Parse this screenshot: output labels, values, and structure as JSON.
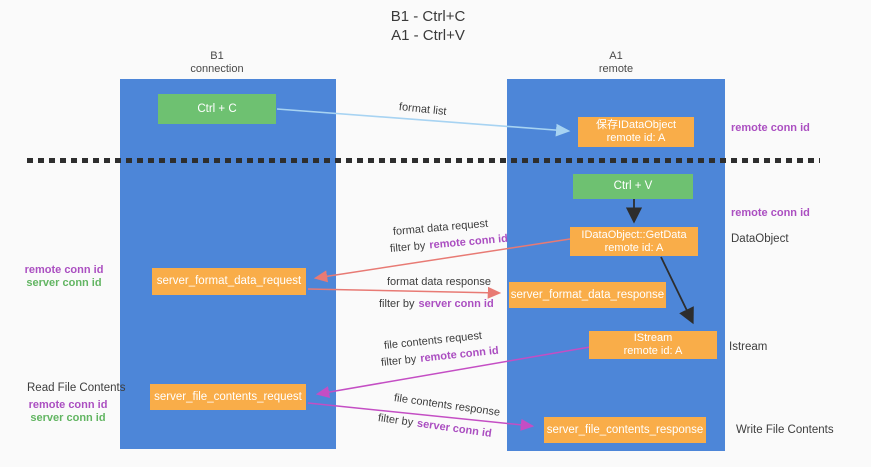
{
  "title": {
    "line1": "B1 - Ctrl+C",
    "line2": "A1 - Ctrl+V"
  },
  "lanes": {
    "left": {
      "title": "B1",
      "subtitle": "connection"
    },
    "right": {
      "title": "A1",
      "subtitle": "remote"
    }
  },
  "nodes": {
    "ctrl_c": {
      "label": "Ctrl + C"
    },
    "save_dataobject": {
      "line1": "保存IDataObject",
      "line2": "remote id: A"
    },
    "ctrl_v": {
      "label": "Ctrl + V"
    },
    "getdata": {
      "line1": "IDataObject::GetData",
      "line2": "remote id: A"
    },
    "format_request": {
      "label": "server_format_data_request"
    },
    "format_response": {
      "label": "server_format_data_response"
    },
    "istream": {
      "line1": "IStream",
      "line2": "remote id: A"
    },
    "file_request": {
      "label": "server_file_contents_request"
    },
    "file_response": {
      "label": "server_file_contents_response"
    }
  },
  "side_labels": {
    "right_top_conn": "remote conn id",
    "right_mid_conn": "remote conn id",
    "dataobject": "DataObject",
    "istream": "Istream",
    "write_file": "Write File Contents",
    "read_file": "Read File Contents",
    "left_mid": {
      "remote": "remote conn id",
      "server": "server conn id"
    },
    "left_bottom": {
      "remote": "remote conn id",
      "server": "server conn id"
    }
  },
  "arrow_labels": {
    "format_list": "format list",
    "format_request": {
      "line1": "format data request",
      "filter_prefix": "filter by",
      "filter_key": "remote conn id"
    },
    "format_response": {
      "line1": "format data response",
      "filter_prefix": "filter by",
      "filter_key": "server conn id"
    },
    "file_request": {
      "line1": "file contents request",
      "filter_prefix": "filter by",
      "filter_key": "remote conn id"
    },
    "file_response": {
      "line1": "file contents response",
      "filter_prefix": "filter by",
      "filter_key": "server conn id"
    }
  },
  "colors": {
    "lane_blue": "#4d86d8",
    "box_green": "#6ec171",
    "box_orange": "#f9ad49",
    "conn_purple": "#ab4fc1",
    "conn_green": "#62b562",
    "arrow_salmon": "#e87a74",
    "arrow_magenta": "#c44ec4",
    "arrow_lightblue": "#a7d3f2",
    "arrow_black": "#2d2d2d"
  }
}
